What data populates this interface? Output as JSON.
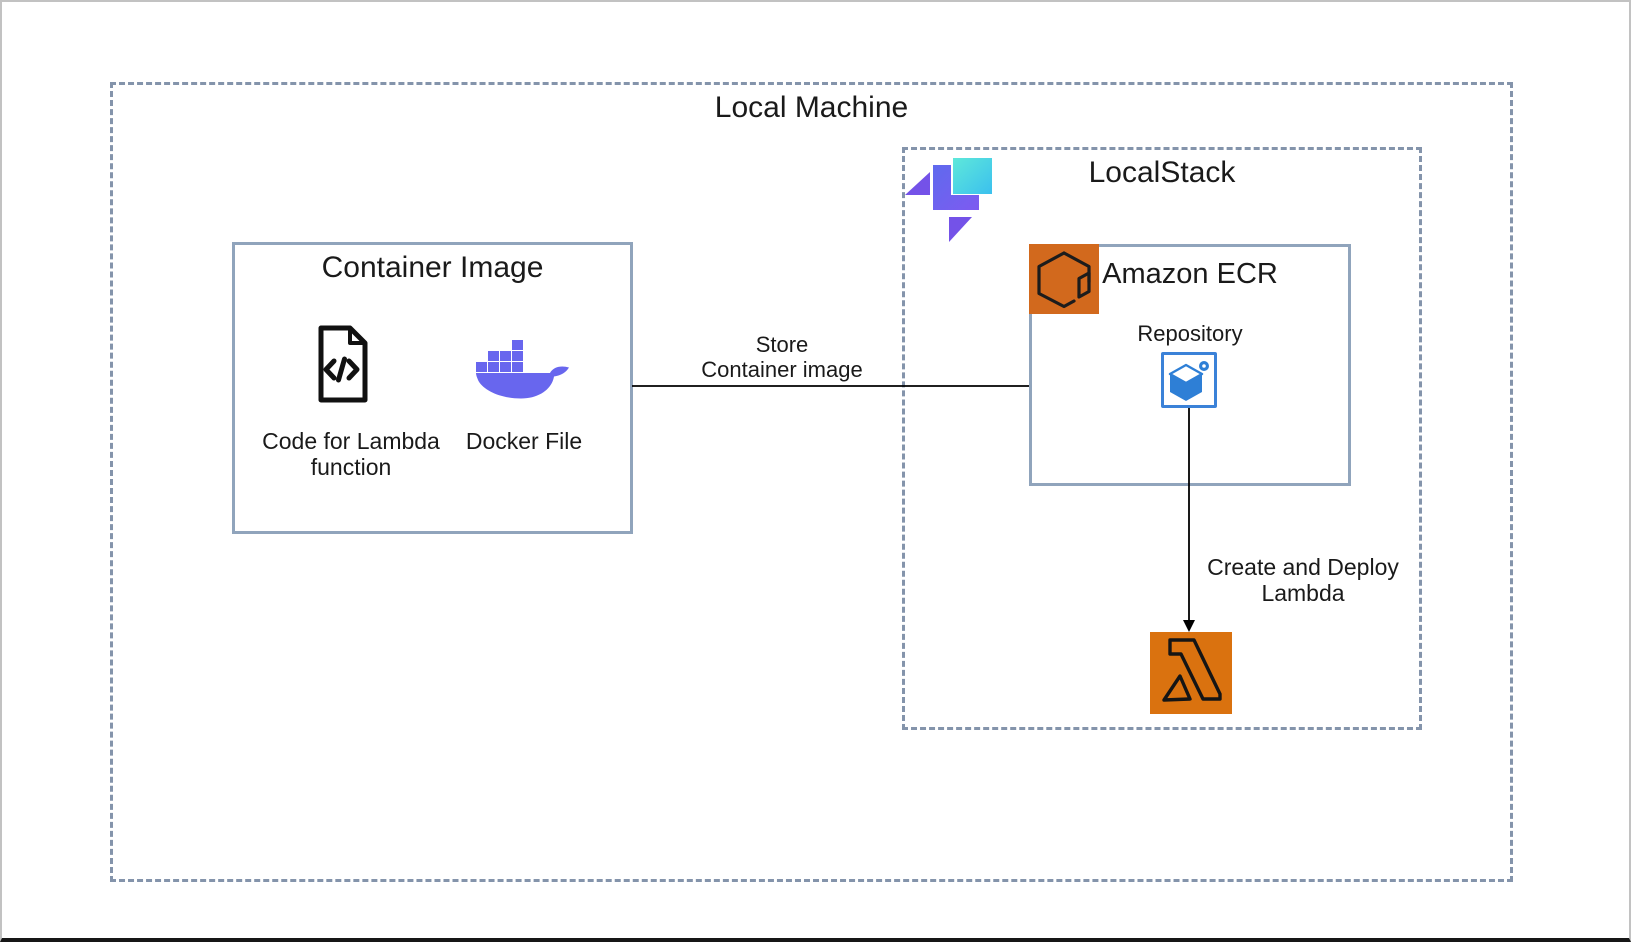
{
  "local_machine": {
    "title": "Local Machine"
  },
  "container_image": {
    "title": "Container Image",
    "code_label_line1": "Code for Lambda",
    "code_label_line2": "function",
    "docker_label": "Docker File"
  },
  "store_arrow": {
    "label_line1": "Store",
    "label_line2": "Container image"
  },
  "localstack": {
    "title": "LocalStack"
  },
  "ecr": {
    "title": "Amazon ECR",
    "repository_label": "Repository"
  },
  "deploy_arrow": {
    "label_line1": "Create and Deploy",
    "label_line2": "Lambda"
  },
  "icons": {
    "code_file": "code-file-icon",
    "docker": "docker-whale-icon",
    "localstack": "localstack-logo-icon",
    "ecr_service": "amazon-ecr-service-icon",
    "repository": "ecr-repository-icon",
    "lambda": "aws-lambda-icon"
  },
  "colors": {
    "text": "#1a1a1a",
    "dash-border": "#8494ab",
    "box-border": "#90a4bc",
    "arrow-black": "#000000",
    "docker-purple": "#6866ee",
    "ecr-orange": "#d2691d",
    "lambda-orange": "#da720f",
    "repo-blue": "#2e7fd6",
    "repo-border-blue": "#3b82d8",
    "ls-teal-1": "#5ee8da",
    "ls-teal-2": "#3bc0ee",
    "ls-purple-1": "#5f6aee",
    "ls-purple-2": "#7e5af0",
    "ls-purple-solid": "#7452e8"
  }
}
